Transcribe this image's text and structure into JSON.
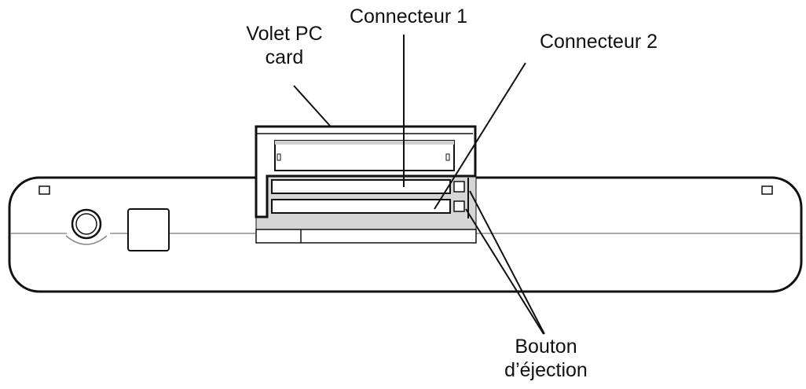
{
  "labels": {
    "volet_pc_card": [
      "Volet PC",
      "card"
    ],
    "connecteur_1": "Connecteur 1",
    "connecteur_2": "Connecteur 2",
    "bouton_ejection": [
      "Bouton",
      "d’éjection"
    ]
  },
  "colors": {
    "stroke": "#111111",
    "slot_fill": "#d2d2d2",
    "background": "#ffffff"
  }
}
